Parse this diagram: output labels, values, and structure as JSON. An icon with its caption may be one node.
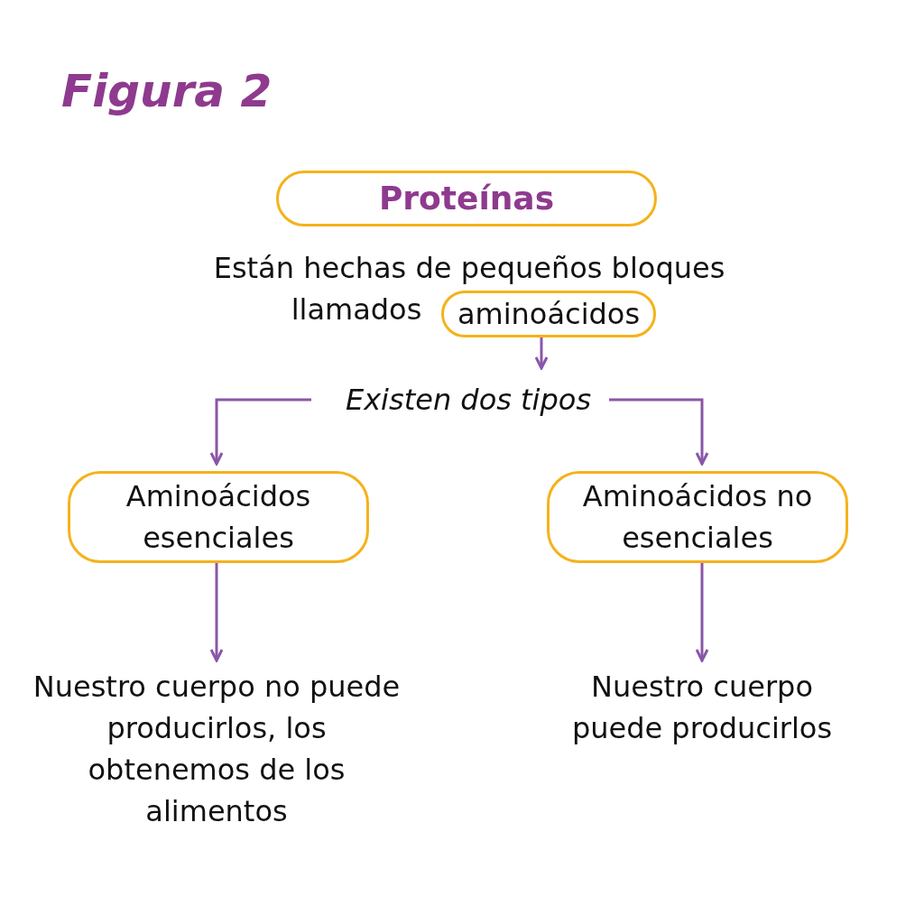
{
  "diagram": {
    "title": "Figura 2",
    "nodes": [
      {
        "text": [
          "Proteínas"
        ]
      },
      {
        "text": [
          "Están hechas de pequeños bloques llamados"
        ]
      },
      {
        "text": [
          "aminoácidos"
        ]
      },
      {
        "text": [
          "Existen dos tipos"
        ]
      },
      {
        "text": [
          "Aminoácidos esenciales"
        ]
      },
      {
        "text": [
          "Aminoácidos no esenciales"
        ]
      },
      {
        "text": [
          "Nuestro cuerpo no puede producirlos, los obtenemos de los alimentos"
        ]
      },
      {
        "text": [
          "Nuestro cuerpo puede producirlos"
        ]
      }
    ],
    "edges": [
      {
        "from": 2,
        "to": 3,
        "arrow": "to"
      },
      {
        "from": 3,
        "to": 4,
        "arrow": "to"
      },
      {
        "from": 3,
        "to": 5,
        "arrow": "to"
      },
      {
        "from": 4,
        "to": 6,
        "arrow": "to"
      },
      {
        "from": 5,
        "to": 7,
        "arrow": "to"
      }
    ]
  }
}
